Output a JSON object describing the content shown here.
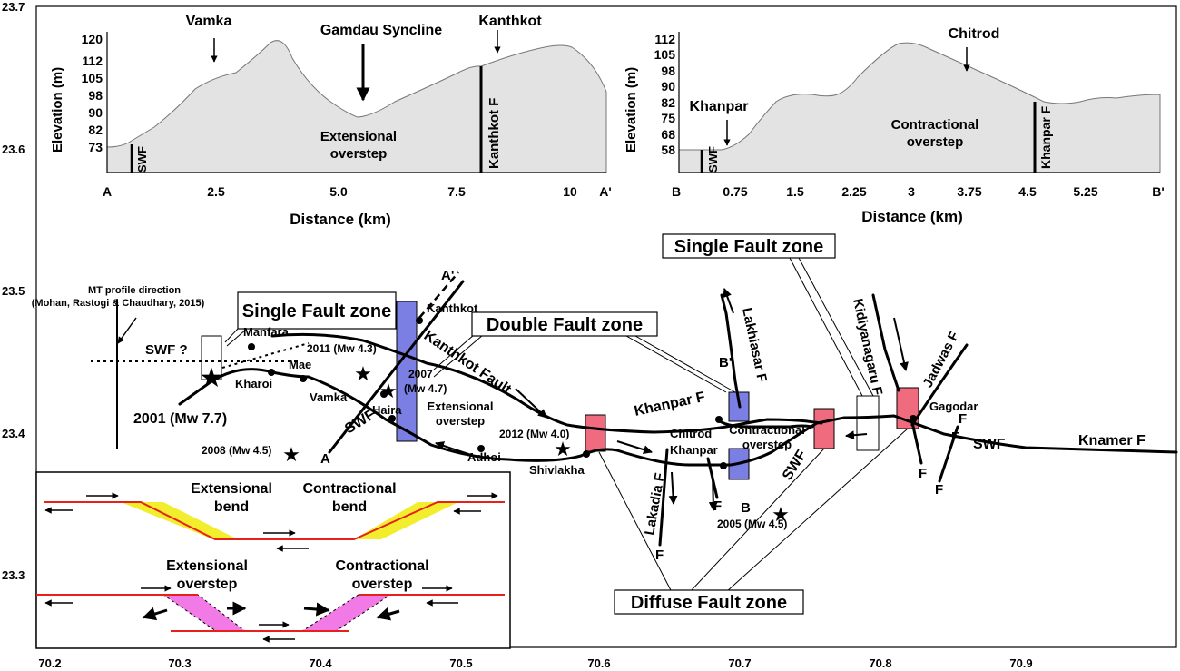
{
  "map_axis": {
    "x_ticks": [
      "70.2",
      "70.3",
      "70.4",
      "70.5",
      "70.6",
      "70.7",
      "70.8",
      "70.9"
    ],
    "y_ticks": [
      "23.7",
      "23.6",
      "23.5",
      "23.4",
      "23.3"
    ]
  },
  "profile_a": {
    "y_label": "Elevation (m)",
    "y_ticks": [
      "120",
      "112",
      "105",
      "98",
      "90",
      "82",
      "73"
    ],
    "x_ticks": [
      "2.5",
      "5.0",
      "7.5",
      "10"
    ],
    "x_start": "A",
    "x_end": "A'",
    "x_label": "Distance (km)",
    "places": {
      "vamka": "Vamka",
      "syncline": "Gamdau Syncline",
      "kanthkot": "Kanthkot"
    },
    "swf": "SWF",
    "kanthkot_f": "Kanthkot F",
    "overstep_1": "Extensional",
    "overstep_2": "overstep"
  },
  "profile_b": {
    "y_label": "Elevation (m)",
    "y_ticks": [
      "112",
      "105",
      "98",
      "90",
      "82",
      "75",
      "68",
      "58"
    ],
    "x_ticks": [
      "0.75",
      "1.5",
      "2.25",
      "3",
      "3.75",
      "4.5",
      "5.25"
    ],
    "x_start": "B",
    "x_end": "B'",
    "x_label": "Distance (km)",
    "places": {
      "khanpar": "Khanpar",
      "chitrod": "Chitrod"
    },
    "swf": "SWF",
    "khanpar_f": "Khanpar F",
    "overstep_1": "Contractional",
    "overstep_2": "overstep"
  },
  "map": {
    "mt_1": "MT profile direction",
    "mt_2": "(Mohan, Rastogi & Chaudhary, 2015)",
    "single_zone_left": "Single Fault zone",
    "single_zone_right": "Single Fault zone",
    "double_zone": "Double Fault zone",
    "diffuse_zone": "Diffuse Fault zone",
    "swf_q": "SWF ?",
    "quake_2001": "2001 (Mw 7.7)",
    "quake_2011": "2011 (Mw 4.3)",
    "quake_2007_a": "2007",
    "quake_2007_b": "(Mw 4.7)",
    "quake_2008": "2008 (Mw 4.5)",
    "quake_2012": "2012 (Mw 4.0)",
    "quake_2005": "2005 (Mw 4.5)",
    "manfara": "Manfara",
    "mae": "Mae",
    "kharoi": "Kharoi",
    "vamka": "Vamka",
    "haira": "Haira",
    "kanthkot": "Kanthkot",
    "kanthkot_fault": "Kanthkot Fault",
    "ext_1": "Extensional",
    "ext_2": "overstep",
    "adhoi": "Adhoi",
    "shivlakha": "Shivlakha",
    "khanpar_f": "Khanpar F",
    "chitrod": "Chitrod",
    "khanpar": "Khanpar",
    "con_1": "Contractional",
    "con_2": "overstep",
    "lakhiasar": "Lakhiasar F",
    "lakadia": "Lakadia F",
    "kidiyanagaru": "Kidiyanagaru F",
    "jadwas": "Jadwas F",
    "gagodar": "Gagodar",
    "knamer": "Knamer F",
    "swf": "SWF",
    "f": "F",
    "pt_a": "A",
    "pt_a2": "A'",
    "pt_b": "B",
    "pt_b2": "B'"
  },
  "inset": {
    "ext_bend_1": "Extensional",
    "ext_bend_2": "bend",
    "con_bend_1": "Contractional",
    "con_bend_2": "bend",
    "ext_ov_1": "Extensional",
    "ext_ov_2": "overstep",
    "con_ov_1": "Contractional",
    "con_ov_2": "overstep"
  },
  "colors": {
    "profile_fill": "#e3e3e3",
    "blue_box": "#7b7fe3",
    "red_box": "#ef6b7d",
    "bend_fill": "#f2ee2e",
    "overstep_fill": "#f27ae6",
    "inset_fault": "#e8201a"
  }
}
